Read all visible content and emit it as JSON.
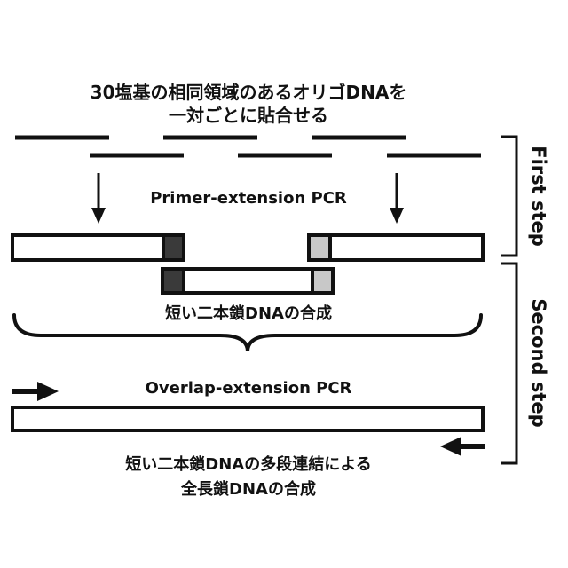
{
  "title": {
    "line1": "30塩基の相同領域のあるオリゴDNAを",
    "line2": "一対ごとに貼合せる"
  },
  "labels": {
    "primer_extension": "Primer-extension PCR",
    "short_dsdna_line1": "短い二本鎖DNAの合成",
    "overlap_extension": "Overlap-extension PCR",
    "result_line1": "短い二本鎖DNAの多段連結による",
    "result_line2": "全長鎖DNAの合成"
  },
  "steps": {
    "first": "First step",
    "second": "Second step"
  },
  "colors": {
    "stroke": "#111111",
    "dark_fill": "#3a3a3a",
    "light_fill": "#c8c8c8",
    "background": "#ffffff"
  }
}
